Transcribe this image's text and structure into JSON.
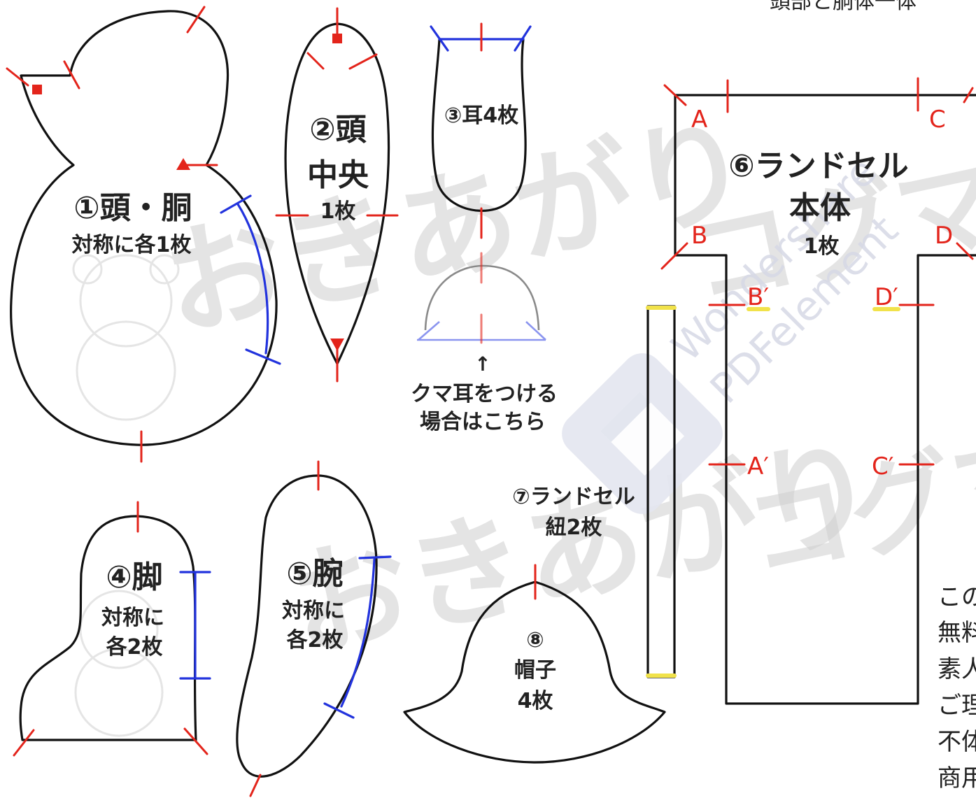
{
  "header_fragment": "頭部と胴体一体",
  "pieces": {
    "p1": {
      "title": "①頭・胴",
      "note": "対称に各1枚"
    },
    "p2": {
      "title_a": "②頭",
      "title_b": "中央",
      "count": "1枚"
    },
    "p3": {
      "title": "③耳4枚"
    },
    "bear_ear": {
      "arrow": "↑",
      "line1": "クマ耳をつける",
      "line2": "場合はこちら"
    },
    "p4": {
      "title": "④脚",
      "note1": "対称に",
      "note2": "各2枚"
    },
    "p5": {
      "title": "⑤腕",
      "note1": "対称に",
      "note2": "各2枚"
    },
    "p6": {
      "title": "⑥ランドセル",
      "sub": "本体",
      "count": "1枚"
    },
    "p7": {
      "title": "⑦ランドセル",
      "note": "紐2枚"
    },
    "p8": {
      "num": "⑧",
      "name": "帽子",
      "count": "4枚"
    }
  },
  "markers": {
    "A": "A",
    "B": "B",
    "C": "C",
    "D": "D",
    "A2": "A′",
    "B2": "B′",
    "C2": "C′",
    "D2": "D′"
  },
  "side_note_fragments": [
    "この",
    "無料",
    "素人",
    "ご理",
    "不体",
    "商用"
  ],
  "watermarks": {
    "brand_line1": "おきあがり",
    "brand_line2": "コグマ",
    "pdf_line1": "Wondershare",
    "pdf_line2": "PDFelement"
  },
  "colors": {
    "outline": "#111111",
    "seam_mark": "#e3241b",
    "stitch_line": "#2233dd",
    "strap_end": "#f1e24a"
  }
}
